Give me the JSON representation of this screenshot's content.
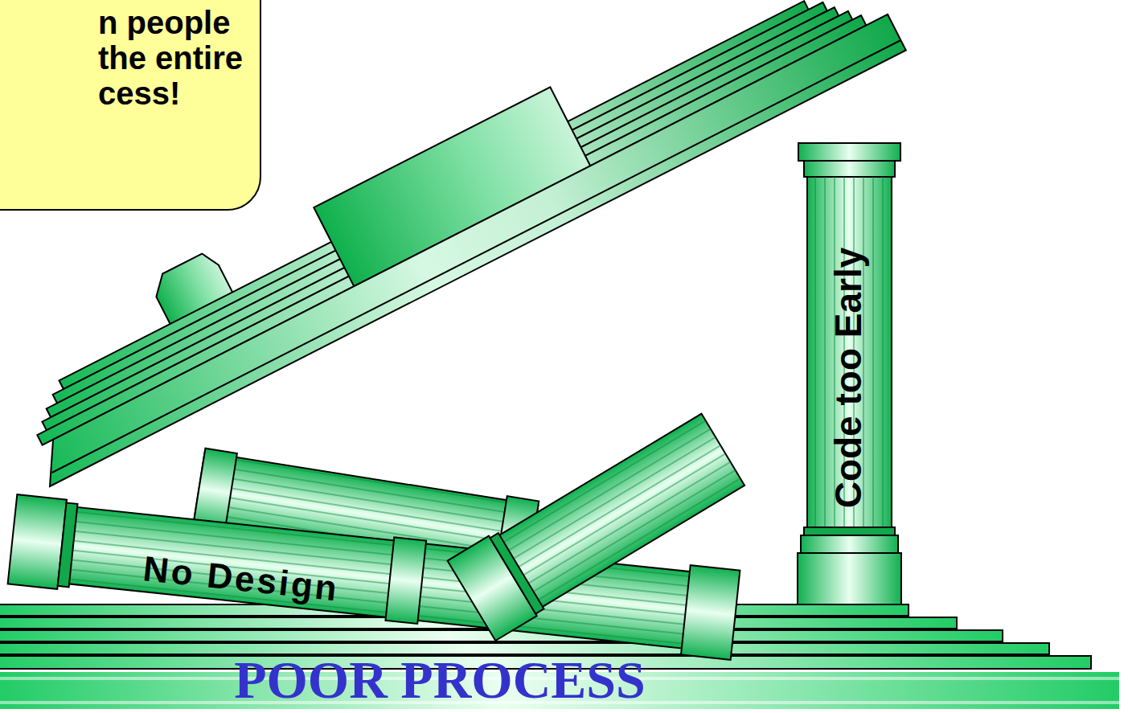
{
  "diagram": {
    "nodes": [
      {
        "text": [
          "n people the entire cess!"
        ]
      },
      {
        "text": [
          "Code too Early"
        ]
      },
      {
        "text": [
          "No Design"
        ]
      }
    ],
    "labels": [
      "POOR PROCESS"
    ]
  }
}
